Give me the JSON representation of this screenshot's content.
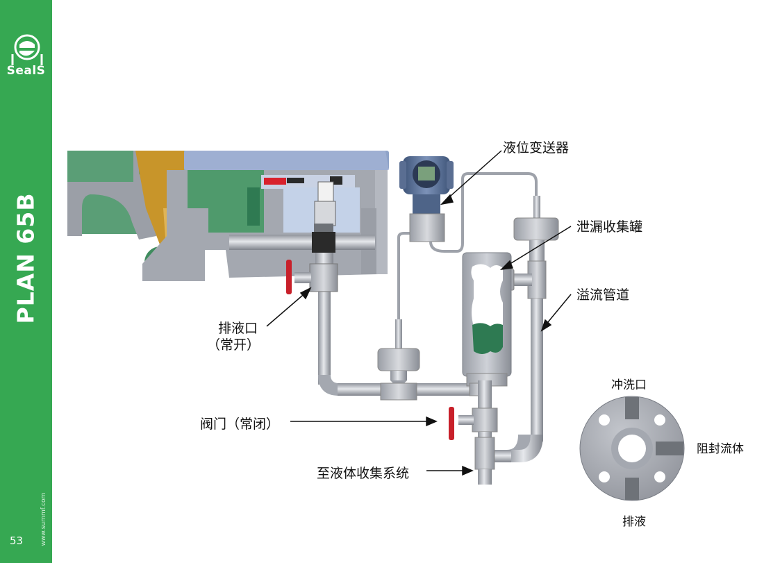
{
  "brand": {
    "logo_text": "SealS",
    "plan_title": "PLAN 65B",
    "website": "www.summf.com",
    "page_number": "53"
  },
  "labels": {
    "level_transmitter": "液位变送器",
    "leak_tank": "泄漏收集罐",
    "overflow_pipe": "溢流管道",
    "drain_port": "排液口",
    "drain_port_state": "（常开）",
    "valve": "阀门（常闭）",
    "to_collection": "至液体收集系统"
  },
  "gland": {
    "flush": "冲洗口",
    "quench": "阻封流体",
    "drain": "排液"
  },
  "colors": {
    "sidebar": "#36a852",
    "pipe": "#b9bcc4",
    "valve_handle": "#c8202a",
    "liquid": "#2e7a52",
    "seal_green": "#5aa07a",
    "bronze": "#c8952a",
    "shaft_blue": "#8fa3c8"
  }
}
